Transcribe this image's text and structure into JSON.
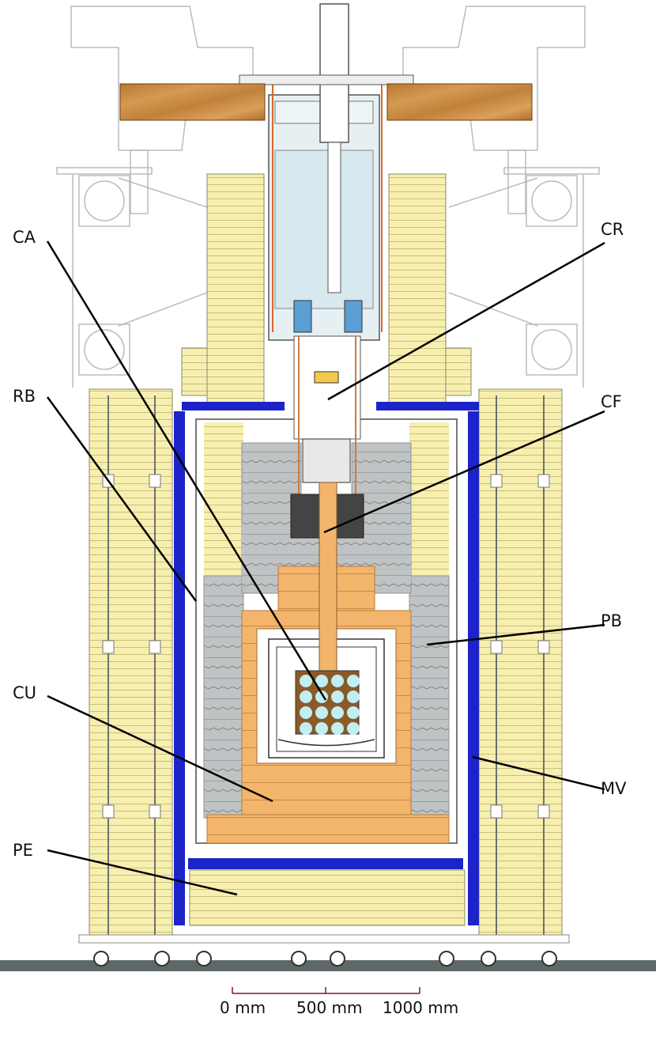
{
  "labels": {
    "ca": "CA",
    "cr": "CR",
    "rb": "RB",
    "cf": "CF",
    "pb": "PB",
    "cu": "CU",
    "mv": "MV",
    "pe": "PE"
  },
  "scale_bar": {
    "tick_0": "0 mm",
    "tick_500": "500 mm",
    "tick_1000": "1000 mm"
  },
  "colors": {
    "polyethylene": "#f7efb0",
    "lead": "#bfc3c4",
    "copper": "#f3b56b",
    "muon_veto": "#1c23c8",
    "wood": "#c8883e",
    "cryostat": "#e6f0f3",
    "floor": "#5e6868"
  }
}
